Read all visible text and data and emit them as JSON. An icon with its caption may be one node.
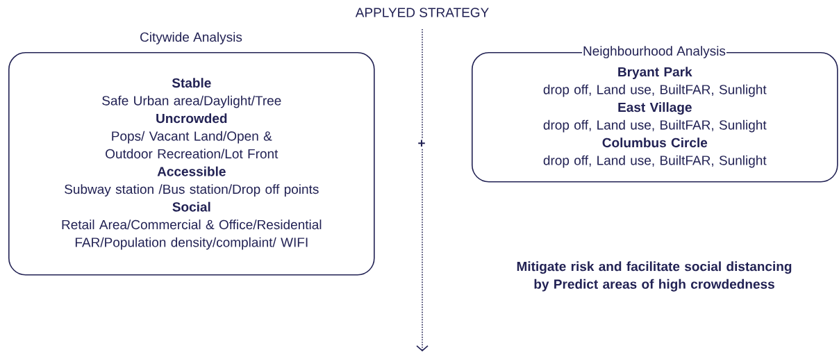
{
  "diagram": {
    "title": "APPLYED STRATEGY",
    "nodes": [
      {
        "text": [
          "Citywide Analysis",
          "Stable",
          "Safe Urban area/Daylight/Tree",
          "Uncrowded",
          "Pops/ Vacant Land/Open & Outdoor Recreation/Lot Front",
          "Accessible",
          "Subway station /Bus station/Drop off points",
          "Social",
          "Retail Area/Commercial & Office/Residential FAR/Population density/complaint/ WIFI"
        ]
      },
      {
        "text": [
          "Neighbourhood Analysis",
          "Bryant Park",
          "drop off, Land use, BuiltFAR, Sunlight",
          "East Village",
          "drop off, Land use, BuiltFAR, Sunlight",
          "Columbus Circle",
          "drop off, Land use, BuiltFAR, Sunlight"
        ]
      }
    ],
    "labels": [
      "+",
      "Mitigate risk and facilitate social distancing by Predict areas of high crowdedness"
    ]
  }
}
